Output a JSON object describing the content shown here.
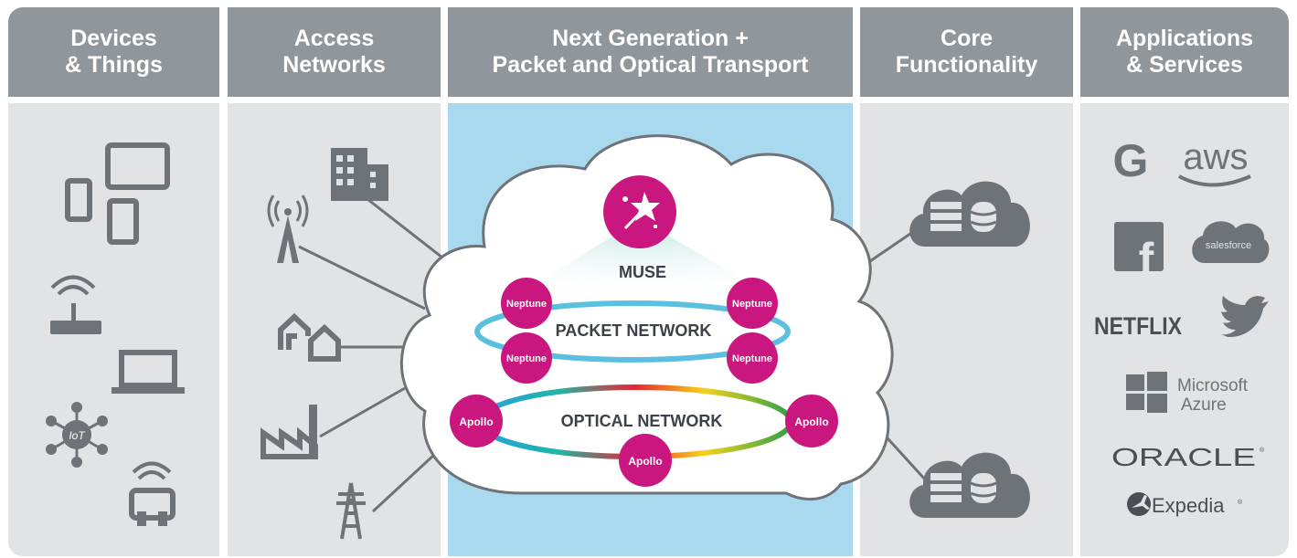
{
  "columns": [
    {
      "line1": "Devices",
      "line2": "& Things"
    },
    {
      "line1": "Access",
      "line2": "Networks"
    },
    {
      "line1": "Next Generation +",
      "line2": "Packet and Optical Transport"
    },
    {
      "line1": "Core",
      "line2": "Functionality"
    },
    {
      "line1": "Applications",
      "line2": "& Services"
    }
  ],
  "cloud": {
    "orchestrator": "MUSE",
    "packet_network": "PACKET NETWORK",
    "optical_network": "OPTICAL NETWORK",
    "packet_node": "Neptune",
    "optical_node": "Apollo"
  },
  "iot_label": "IoT",
  "services": {
    "google": "G",
    "aws": "aws",
    "facebook": "f",
    "salesforce": "salesforce",
    "netflix": "NETFLIX",
    "microsoft_line1": "Microsoft",
    "microsoft_line2": "Azure",
    "oracle": "ORACLE",
    "oracle_mark": "®",
    "expedia": "Expedia",
    "expedia_mark": "®"
  },
  "colors": {
    "header": "#8f969c",
    "panel": "#e1e3e5",
    "transport_panel": "#a9d9ee",
    "icon": "#6e7378",
    "node": "#c9177f",
    "packet_ring": "#5bbfe0"
  }
}
